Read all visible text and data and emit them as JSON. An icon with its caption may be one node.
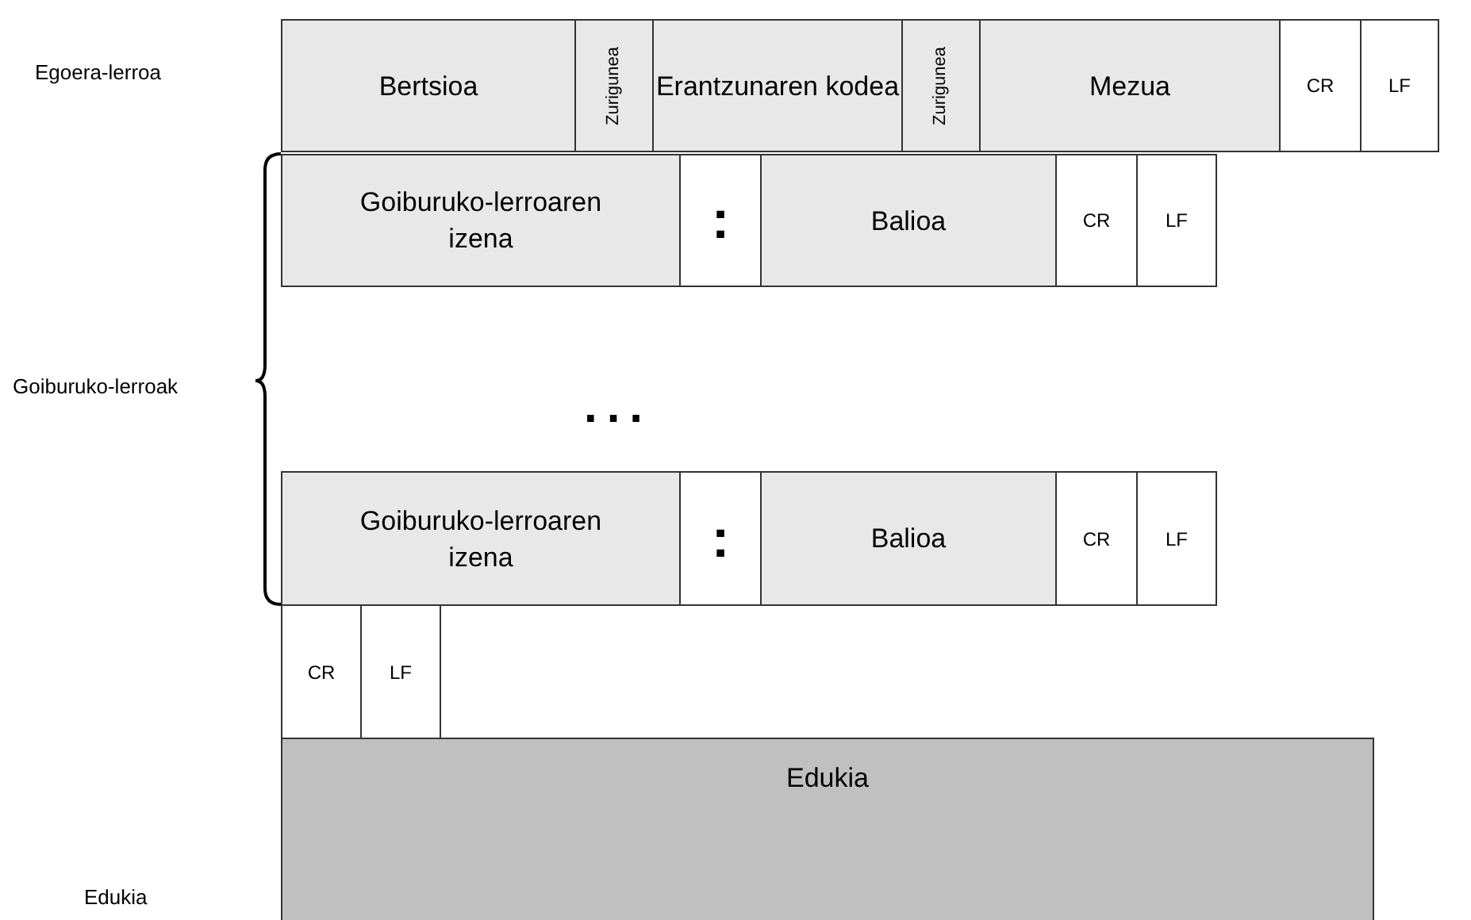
{
  "diagram": {
    "nodes": [
      {
        "text": [
          "Bertsioa"
        ]
      },
      {
        "text": [
          "Zurigunea"
        ]
      },
      {
        "text": [
          "Erantzunaren kodea"
        ]
      },
      {
        "text": [
          "Zurigunea"
        ]
      },
      {
        "text": [
          "Mezua"
        ]
      },
      {
        "text": [
          "CR"
        ]
      },
      {
        "text": [
          "LF"
        ]
      },
      {
        "text": [
          "Goiburuko-lerroaren izena"
        ]
      },
      {
        "text": [
          ":"
        ]
      },
      {
        "text": [
          "Balioa"
        ]
      },
      {
        "text": [
          "CR"
        ]
      },
      {
        "text": [
          "LF"
        ]
      },
      {
        "text": [
          "Goiburuko-lerroaren izena"
        ]
      },
      {
        "text": [
          ":"
        ]
      },
      {
        "text": [
          "Balioa"
        ]
      },
      {
        "text": [
          "CR"
        ]
      },
      {
        "text": [
          "LF"
        ]
      },
      {
        "text": [
          "CR"
        ]
      },
      {
        "text": [
          "LF"
        ]
      },
      {
        "text": [
          "Edukia"
        ]
      }
    ],
    "labels": [
      "Egoera-lerroa",
      "Goiburuko-lerroak",
      "...",
      "Edukia"
    ]
  }
}
